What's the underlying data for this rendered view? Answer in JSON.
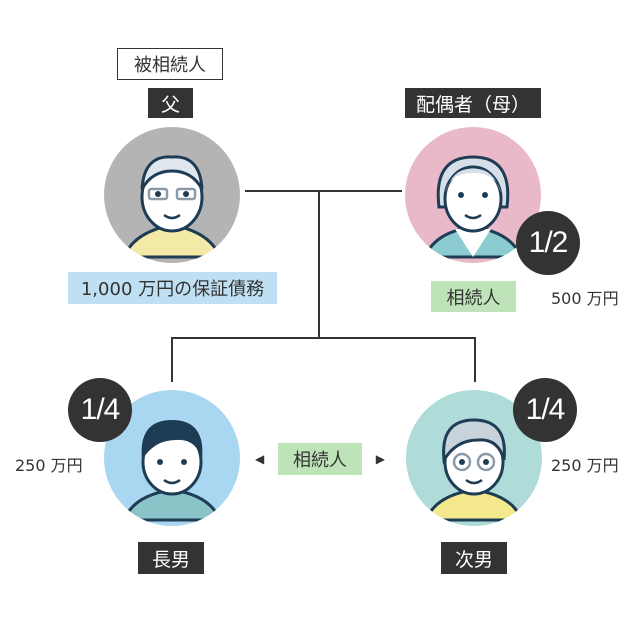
{
  "decedent": {
    "role": "被相続人",
    "name": "父",
    "debt": "1,000 万円の保証債務",
    "bg_color": "#b4b4b4"
  },
  "spouse": {
    "name": "配偶者（母）",
    "status": "相続人",
    "share": "1/2",
    "amount": "500 万円",
    "bg_color": "#e9b9c9"
  },
  "children_status": "相続人",
  "eldest_son": {
    "name": "長男",
    "share": "1/4",
    "amount": "250 万円",
    "bg_color": "#a9d6f1"
  },
  "second_son": {
    "name": "次男",
    "share": "1/4",
    "amount": "250 万円",
    "bg_color": "#afdcd8"
  }
}
